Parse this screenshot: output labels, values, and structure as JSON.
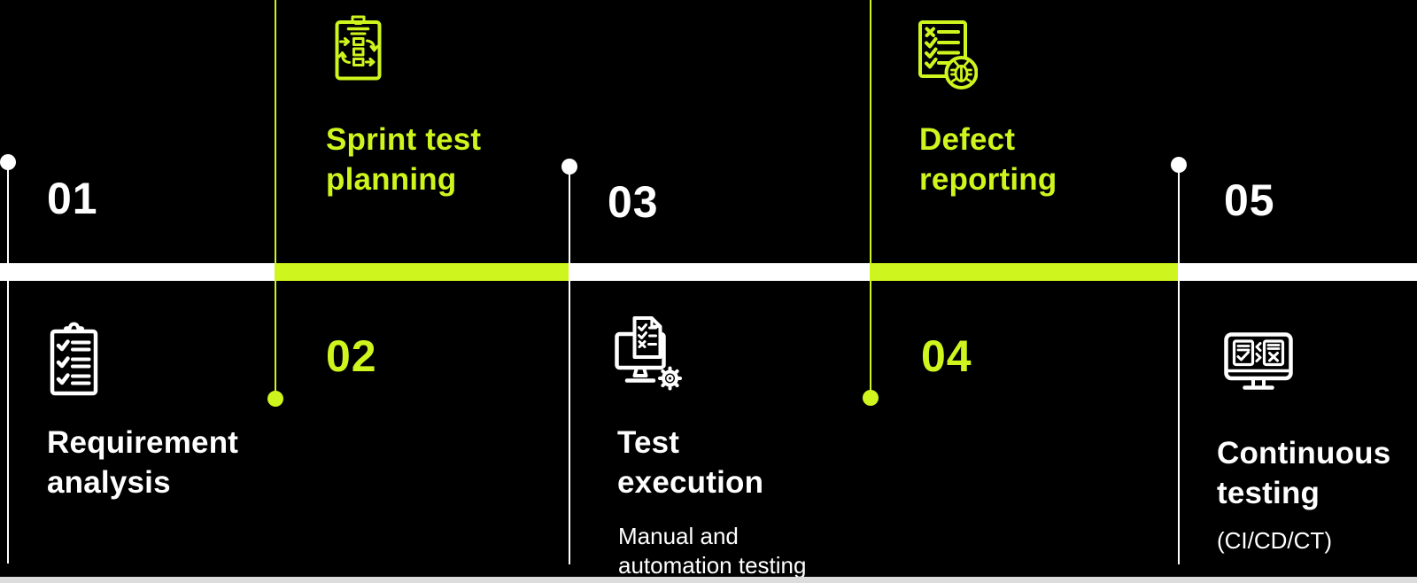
{
  "diagram": {
    "name": "software-testing-process-timeline",
    "colors": {
      "background": "#000000",
      "accent_lime": "#cef51d",
      "text_white": "#ffffff",
      "bottom_strip_gray": "#dcdcdc"
    },
    "steps": [
      {
        "number": "01",
        "title_lines": [
          "Requirement",
          "analysis"
        ],
        "icon": "clipboard-checklist-icon",
        "side": "below-bar",
        "accent": "white"
      },
      {
        "number": "02",
        "title_lines": [
          "Sprint test",
          "planning"
        ],
        "icon": "clipboard-workflow-icon",
        "side": "above-bar",
        "accent": "lime"
      },
      {
        "number": "03",
        "title_lines": [
          "Test",
          "execution"
        ],
        "subtitle_lines": [
          "Manual and",
          "automation testing"
        ],
        "icon": "monitor-test-gear-icon",
        "side": "below-bar",
        "accent": "white"
      },
      {
        "number": "04",
        "title_lines": [
          "Defect",
          "reporting"
        ],
        "icon": "defect-report-bug-icon",
        "side": "above-bar",
        "accent": "lime"
      },
      {
        "number": "05",
        "title_lines": [
          "Continuous",
          "testing"
        ],
        "subtitle_lines": [
          "(CI/CD/CT)"
        ],
        "icon": "monitor-dual-checks-icon",
        "side": "below-bar",
        "accent": "white"
      }
    ]
  }
}
